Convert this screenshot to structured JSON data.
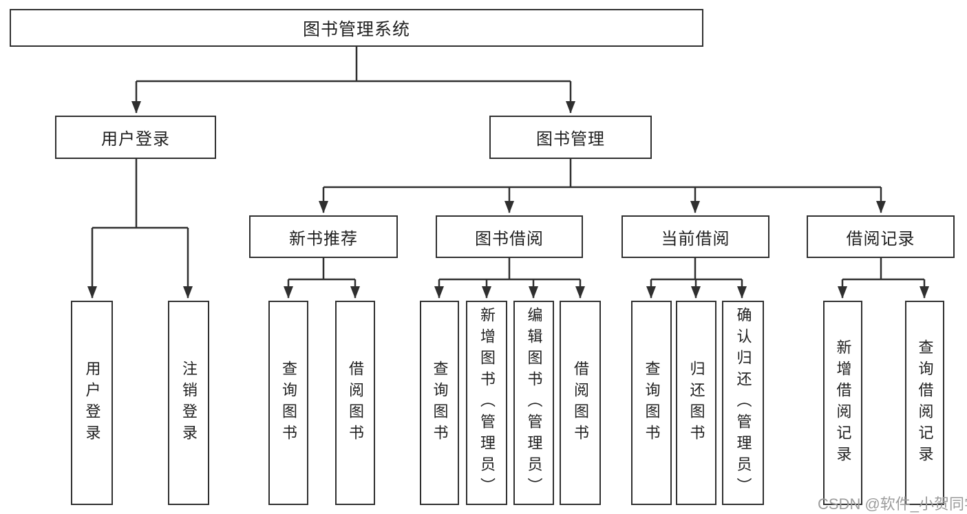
{
  "nodes": {
    "root": "图书管理系统",
    "user_login": "用户登录",
    "book_management": "图书管理",
    "new_book_recommend": "新书推荐",
    "book_borrowing": "图书借阅",
    "current_borrowing": "当前借阅",
    "borrowing_records": "借阅记录",
    "user_login_leaf": "用户登录",
    "logout_leaf": "注销登录",
    "recommend_query_books": "查询图书",
    "recommend_borrow_books": "借阅图书",
    "borrowing_query_books": "查询图书",
    "borrowing_add_books": "新增图书（管理员）",
    "borrowing_edit_books": "编辑图书（管理员）",
    "borrowing_borrow_books": "借阅图书",
    "current_query_books": "查询图书",
    "current_return_books": "归还图书",
    "current_confirm_return": "确认归还（管理员）",
    "records_add_record": "新增借阅记录",
    "records_query_record": "查询借阅记录"
  },
  "watermark": "CSDN @软件_小贺同学",
  "colors": {
    "line": "#2f2f2f",
    "box_border": "#2f2f2f",
    "text": "#1f1f1f",
    "watermark": "#9c9c9c",
    "background": "#ffffff"
  }
}
